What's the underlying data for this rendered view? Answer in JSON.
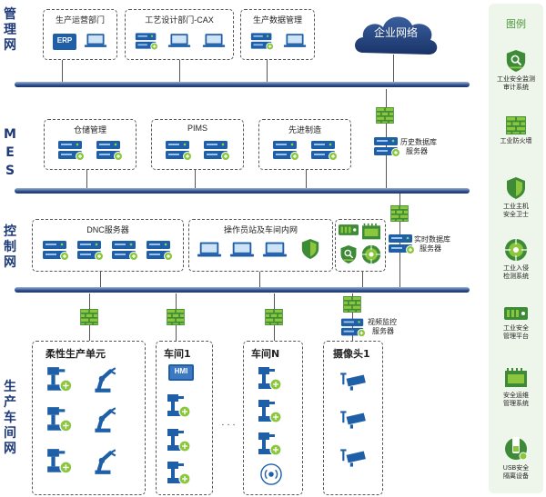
{
  "layers": {
    "management": [
      "管",
      "理",
      "网"
    ],
    "mes": [
      "M",
      "E",
      "S"
    ],
    "control": [
      "控",
      "制",
      "网"
    ],
    "production": [
      "生",
      "产",
      "车",
      "间",
      "网"
    ]
  },
  "mgmt_boxes": {
    "ops": "生产运营部门",
    "ops_erp": "ERP",
    "design": "工艺设计部门-CAX",
    "data": "生产数据管理"
  },
  "cloud_label": "企业网络",
  "mes_boxes": {
    "warehouse": "仓储管理",
    "pims": "PIMS",
    "advanced": "先进制造"
  },
  "history_db": [
    "历史数据库",
    "服务器"
  ],
  "control_boxes": {
    "dnc": "DNC服务器",
    "operator": "操作员站及车间内网"
  },
  "realtime_db": [
    "实时数据库",
    "服务器"
  ],
  "video_server": [
    "视频监控",
    "服务器"
  ],
  "workshops": {
    "flexible": "柔性生产单元",
    "w1": "车间1",
    "wn": "车间N",
    "camera": "摄像头1",
    "hmi": "HMI",
    "dots": "· · ·"
  },
  "legend": {
    "title": "图例",
    "items": [
      [
        "工业安全监测",
        "审计系统"
      ],
      [
        "工业防火墙"
      ],
      [
        "工业主机",
        "安全卫士"
      ],
      [
        "工业入侵",
        "检测系统"
      ],
      [
        "工业安全",
        "管理平台"
      ],
      [
        "安全运维",
        "管理系统"
      ],
      [
        "USB安全",
        "隔离设备"
      ]
    ]
  },
  "colors": {
    "bus": "#2e4f8d",
    "accent_green": "#8cc63f",
    "device_blue": "#1f5fa8",
    "legend_bg": "#eef5ea"
  }
}
